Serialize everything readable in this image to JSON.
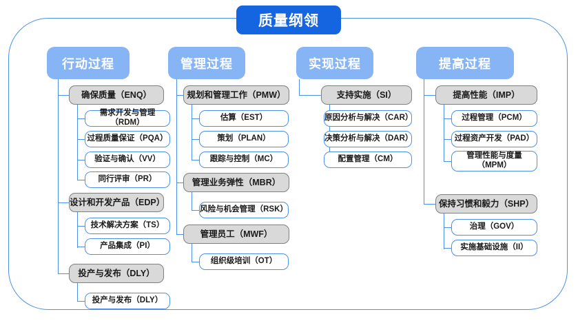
{
  "diagram": {
    "root": {
      "label": "质量纲领"
    },
    "accent_blue": "#1565e0",
    "header_blue": "#86b4f5",
    "line_blue": "#4a90e8",
    "group_grey": "#d9d9d9",
    "columns": [
      {
        "header": "行动过程",
        "groups": [
          {
            "label": "确保质量（ENQ）",
            "items": [
              "需求开发与管理（RDM）",
              "过程质量保证（PQA）",
              "验证与确认（VV）",
              "同行评审（PR）"
            ]
          },
          {
            "label": "设计和开发产品（EDP）",
            "items": [
              "技术解决方案（TS）",
              "产品集成（PI）"
            ]
          },
          {
            "label": "投产与发布（DLY）",
            "items": [
              "投产与发布（DLY）"
            ]
          }
        ]
      },
      {
        "header": "管理过程",
        "groups": [
          {
            "label": "规划和管理工作（PMW）",
            "items": [
              "估算（EST）",
              "策划（PLAN）",
              "跟踪与控制（MC）"
            ]
          },
          {
            "label": "管理业务弹性（MBR）",
            "items": [
              "风险与机会管理（RSK）"
            ]
          },
          {
            "label": "管理员工（MWF）",
            "items": [
              "组织级培训（OT）"
            ]
          }
        ]
      },
      {
        "header": "实现过程",
        "groups": [
          {
            "label": "支持实施（SI）",
            "items": [
              "原因分析与解决（CAR）",
              "决策分析与解决（DAR）",
              "配置管理（CM）"
            ]
          }
        ]
      },
      {
        "header": "提高过程",
        "groups": [
          {
            "label": "提高性能（IMP）",
            "items": [
              "过程管理（PCM）",
              "过程资产开发（PAD）",
              "管理性能与度量\n（MPM）"
            ]
          },
          {
            "label": "保持习惯和毅力（SHP）",
            "items": [
              "治理（GOV）",
              "实施基础设施（II）"
            ]
          }
        ]
      }
    ]
  }
}
